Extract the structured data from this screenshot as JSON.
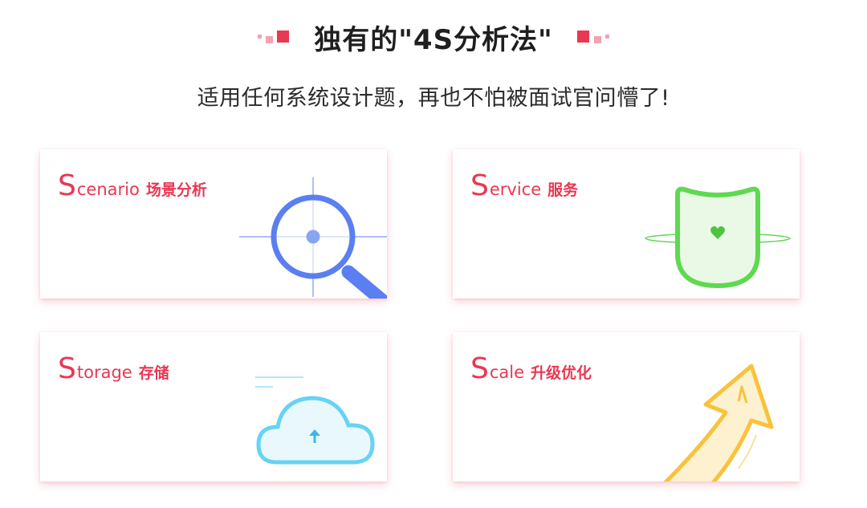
{
  "header": {
    "title": "独有的\"4S分析法\"",
    "subtitle": "适用任何系统设计题，再也不怕被面试官问懵了!"
  },
  "cards": [
    {
      "initial": "S",
      "rest": "cenario",
      "zh": "场景分析",
      "icon": "magnifier-icon"
    },
    {
      "initial": "S",
      "rest": "ervice",
      "zh": "服务",
      "icon": "shield-heart-icon"
    },
    {
      "initial": "S",
      "rest": "torage",
      "zh": "存储",
      "icon": "cloud-upload-icon"
    },
    {
      "initial": "S",
      "rest": "cale",
      "zh": "升级优化",
      "icon": "arrow-up-icon"
    }
  ],
  "colors": {
    "accent": "#e93853",
    "accent_light": "#f3a3b0",
    "title_text": "#1f1f1f",
    "blue": "#5b7ff0",
    "green": "#5fd852",
    "cyan": "#66d3f5",
    "yellow": "#f8c33b"
  }
}
